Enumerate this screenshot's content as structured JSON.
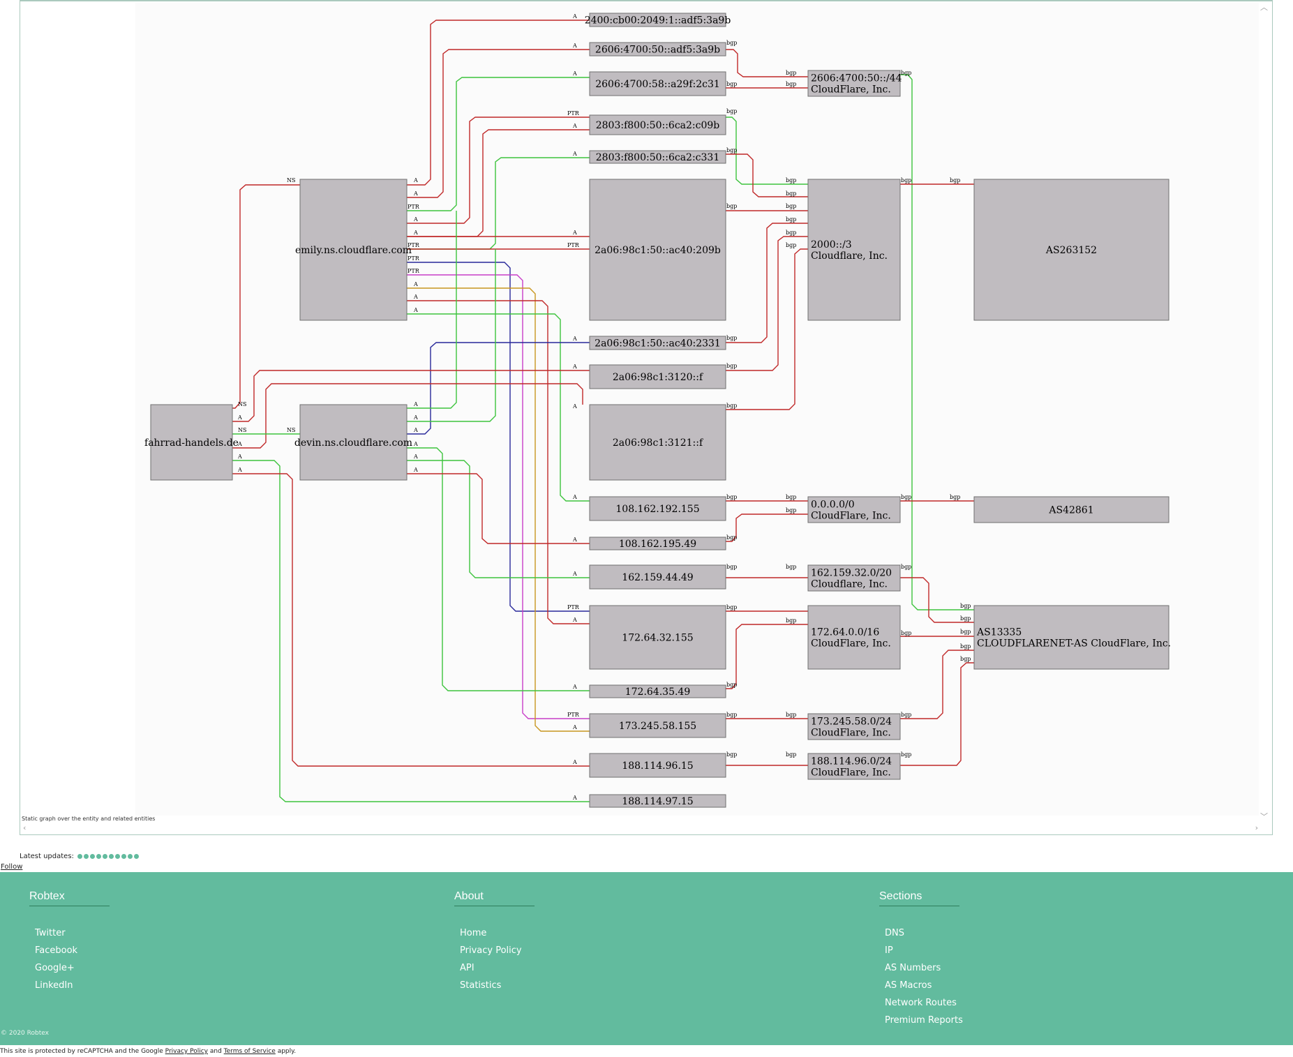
{
  "graph": {
    "caption": "Static graph over the entity and related entities",
    "colors": {
      "node_fill": "#c0bcc0",
      "red": "#c02828",
      "green": "#3cc33c",
      "blue": "#28289a",
      "magenta": "#c83cc8",
      "orange": "#c8961e"
    },
    "nodes": [
      {
        "id": "fahrrad",
        "label": "fahrrad-handels.de"
      },
      {
        "id": "emily",
        "label": "emily.ns.cloudflare.com"
      },
      {
        "id": "devin",
        "label": "devin.ns.cloudflare.com"
      },
      {
        "id": "ip1",
        "label": "2400:cb00:2049:1::adf5:3a9b"
      },
      {
        "id": "ip2",
        "label": "2606:4700:50::adf5:3a9b"
      },
      {
        "id": "ip3",
        "label": "2606:4700:58::a29f:2c31"
      },
      {
        "id": "ip4",
        "label": "2803:f800:50::6ca2:c09b"
      },
      {
        "id": "ip5",
        "label": "2803:f800:50::6ca2:c331"
      },
      {
        "id": "ip6",
        "label": "2a06:98c1:50::ac40:209b"
      },
      {
        "id": "ip7",
        "label": "2a06:98c1:50::ac40:2331"
      },
      {
        "id": "ip8",
        "label": "2a06:98c1:3120::f"
      },
      {
        "id": "ip9",
        "label": "2a06:98c1:3121::f"
      },
      {
        "id": "ip10",
        "label": "108.162.192.155"
      },
      {
        "id": "ip11",
        "label": "108.162.195.49"
      },
      {
        "id": "ip12",
        "label": "162.159.44.49"
      },
      {
        "id": "ip13",
        "label": "172.64.32.155"
      },
      {
        "id": "ip14",
        "label": "172.64.35.49"
      },
      {
        "id": "ip15",
        "label": "173.245.58.155"
      },
      {
        "id": "ip16",
        "label": "188.114.96.15"
      },
      {
        "id": "ip17",
        "label": "188.114.97.15"
      },
      {
        "id": "r1",
        "label": "2606:4700:50::/44",
        "sub": "CloudFlare, Inc."
      },
      {
        "id": "r2",
        "label": "2000::/3",
        "sub": "Cloudflare, Inc."
      },
      {
        "id": "r3",
        "label": "0.0.0.0/0",
        "sub": "CloudFlare, Inc."
      },
      {
        "id": "r4",
        "label": "162.159.32.0/20",
        "sub": "Cloudflare, Inc."
      },
      {
        "id": "r5",
        "label": "172.64.0.0/16",
        "sub": "CloudFlare, Inc."
      },
      {
        "id": "r6",
        "label": "173.245.58.0/24",
        "sub": "CloudFlare, Inc."
      },
      {
        "id": "r7",
        "label": "188.114.96.0/24",
        "sub": "CloudFlare, Inc."
      },
      {
        "id": "as1",
        "label": "AS263152"
      },
      {
        "id": "as2",
        "label": "AS42861"
      },
      {
        "id": "as3",
        "label": "AS13335",
        "sub": "CLOUDFLARENET-AS CloudFlare, Inc."
      }
    ],
    "edge_labels": [
      "NS",
      "A",
      "PTR",
      "bgp"
    ]
  },
  "latest_updates_label": "Latest updates:",
  "latest_updates_count": 10,
  "follow_label": "Follow",
  "footer": {
    "robtex": {
      "heading": "Robtex",
      "items": [
        "Twitter",
        "Facebook",
        "Google+",
        "LinkedIn"
      ]
    },
    "about": {
      "heading": "About",
      "items": [
        "Home",
        "Privacy Policy",
        "API",
        "Statistics"
      ]
    },
    "sections": {
      "heading": "Sections",
      "items": [
        "DNS",
        "IP",
        "AS Numbers",
        "AS Macros",
        "Network Routes",
        "Premium Reports"
      ]
    },
    "copyright": "© 2020 Robtex"
  },
  "recaptcha": {
    "pre": "This site is protected by reCAPTCHA and the Google ",
    "privacy": "Privacy Policy",
    "and": " and ",
    "terms": "Terms of Service",
    "post": " apply."
  }
}
